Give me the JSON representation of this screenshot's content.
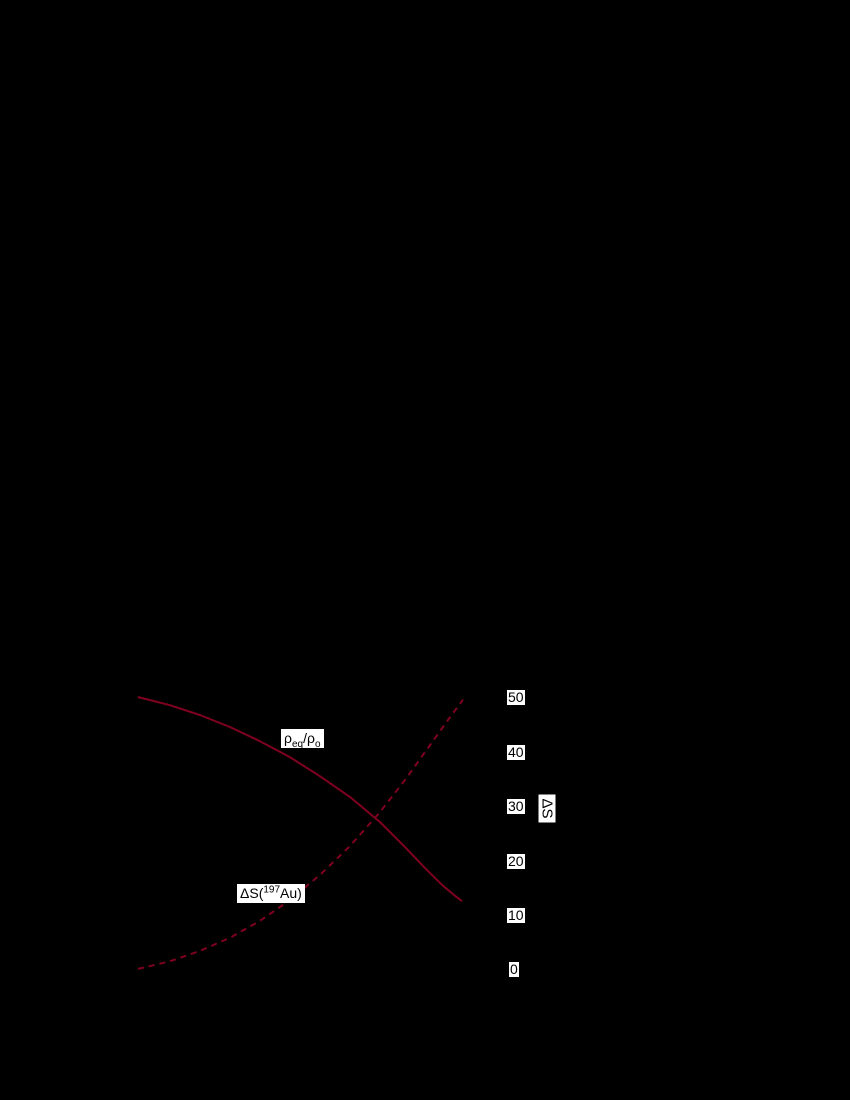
{
  "chart_data": {
    "type": "line",
    "title": "",
    "background_color": "#000000",
    "accent_color": "#800020",
    "grid": false,
    "legend_position": "none",
    "right_axis": {
      "label": "ΔS",
      "range": [
        0,
        50
      ],
      "ticks": [
        "50",
        "40",
        "30",
        "20",
        "10",
        "0"
      ]
    },
    "series": [
      {
        "name": "rho_eq_over_rho_o",
        "style": "solid",
        "color": "#800020",
        "label_parts": {
          "p1": "ρ",
          "sub1": "eq",
          "sep": "/",
          "p2": "ρ",
          "sub2": "o"
        },
        "x": [
          0,
          0.098,
          0.19,
          0.282,
          0.374,
          0.466,
          0.558,
          0.65,
          0.742,
          0.819,
          0.88,
          0.936,
          0.972,
          0.994
        ],
        "y": [
          50.0,
          48.5,
          46.7,
          44.5,
          41.9,
          39.0,
          35.5,
          31.7,
          27.1,
          22.5,
          18.7,
          15.4,
          13.6,
          12.6
        ]
      },
      {
        "name": "delta_S_197Au",
        "style": "dashed",
        "color": "#800020",
        "label_parts": {
          "p1": "ΔS(",
          "sup": "197",
          "p2": "Au)"
        },
        "x": [
          0,
          0.098,
          0.19,
          0.282,
          0.374,
          0.466,
          0.558,
          0.65,
          0.742,
          0.819,
          0.896,
          0.957,
          0.997
        ],
        "y": [
          0.2,
          1.6,
          3.5,
          5.9,
          9.0,
          12.8,
          17.4,
          22.7,
          28.9,
          34.8,
          41.2,
          46.3,
          49.5
        ]
      }
    ]
  }
}
